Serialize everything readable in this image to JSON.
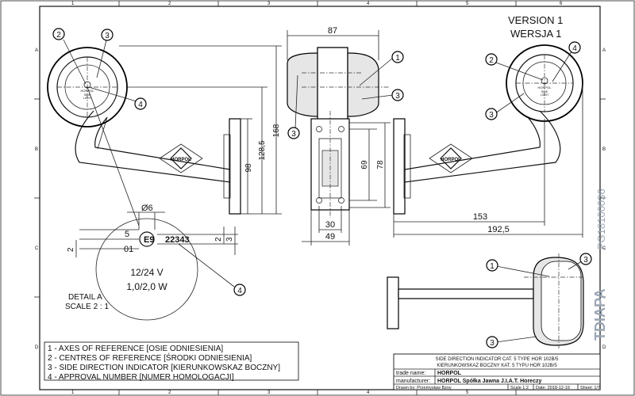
{
  "sheet": {
    "grid_cols": [
      "1",
      "2",
      "3",
      "4",
      "5",
      "6"
    ],
    "grid_rows": [
      "A",
      "B",
      "C",
      "D"
    ]
  },
  "version": {
    "en": "VERSION 1",
    "pl": "WERSJA 1"
  },
  "dimensions": {
    "width_top": "87",
    "height_128": "128,5",
    "height_168": "168",
    "height_98": "98",
    "height_69": "69",
    "height_78": "78",
    "width_30": "30",
    "width_49": "49",
    "length_153": "153",
    "length_192": "192,5",
    "phi6": "Ø6",
    "d5": "5",
    "d01": "01",
    "d2a": "2",
    "d2b": "2",
    "d3": "3"
  },
  "callouts": [
    "1",
    "2",
    "3",
    "4"
  ],
  "approval": {
    "mark": "E9",
    "number": "22343"
  },
  "lamp_label": {
    "voltage": "12/24 V",
    "power": "1,0/2,0 W"
  },
  "lens_text": {
    "brand": "HORPOL",
    "line1": "SIDE",
    "line2": "LIGHT"
  },
  "logo_text": "HORPOL",
  "detail": {
    "title": "DETAIL A",
    "scale": "SCALE 2 : 1"
  },
  "legend": [
    "1 - AXES OF REFERENCE [OSIE ODNIESIENIA]",
    "2 - CENTRES OF REFERENCE [ŚRODKI ODNIESIENIA]",
    "3 - SIDE DIRECTION INDICATOR [KIERUNKOWSKAZ BOCZNY]",
    "4 - APPROVAL NUMBER [NUMER HOMOLOGACJI]"
  ],
  "title_block": {
    "desc_en": "SIDE DIRECTION INDICATOR CAT. 5 TYPE HOR 102B/5",
    "desc_pl": "KIERUNKOWSKAZ BOCZNY KAT. 5 TYPU HOR 102B/5",
    "trade_label": "trade name:",
    "trade_value": "HORPOL",
    "manu_label": "manufacturer:",
    "manu_value": "HORPOL Spółka Jawna  J.I.A.T. Horeczy",
    "drawn": "Drawn by: Przemysław Bzoy",
    "scale": "Scale 1:2",
    "date": "Date: 2018-12-19",
    "sheet": "Sheet: 1/7"
  },
  "watermark": {
    "code": "PG18100036",
    "brand": "TDIAPA"
  }
}
